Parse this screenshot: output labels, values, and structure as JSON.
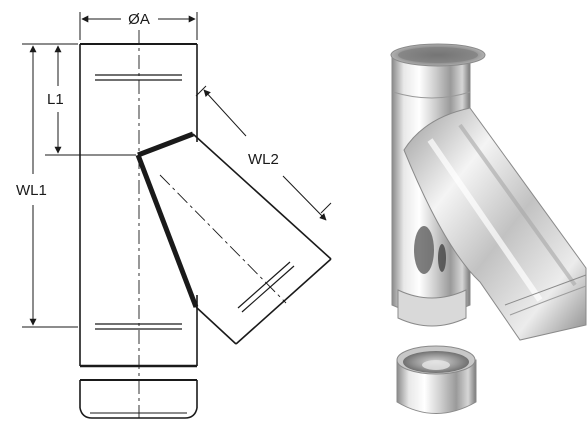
{
  "drawing": {
    "labels": {
      "diameter": "ØA",
      "l1": "L1",
      "wl1": "WL1",
      "wl2": "WL2"
    }
  },
  "colors": {
    "line": "#1a1a1a",
    "steel_light": "#f2f2f2",
    "steel_mid": "#bdbdbd",
    "steel_dark": "#6e6e6e"
  }
}
